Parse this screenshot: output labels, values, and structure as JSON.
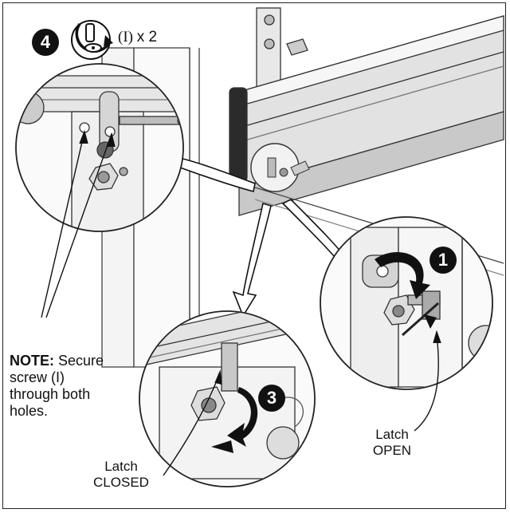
{
  "steps": {
    "step_1": "1",
    "step_3": "3",
    "step_4": "4"
  },
  "quantity": {
    "screw_id": "(I)",
    "times": "x 2"
  },
  "note": {
    "heading": "NOTE:",
    "line1": "Secure",
    "line2": "screw (I)",
    "line3": "through both",
    "line4": "holes."
  },
  "latch_open": {
    "line1": "Latch",
    "line2": "OPEN"
  },
  "latch_closed": {
    "line1": "Latch",
    "line2": "CLOSED"
  },
  "colors": {
    "ink": "#111111",
    "metal": "#cfcfcf",
    "shade": "#9a9a9a"
  }
}
